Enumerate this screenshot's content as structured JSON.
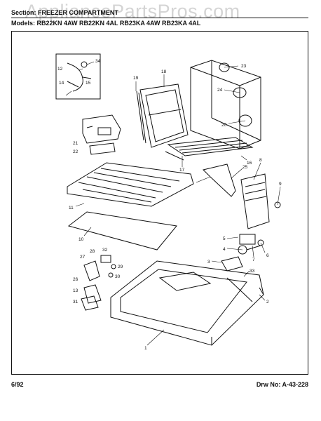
{
  "watermark": "AppliancePartsPros.com",
  "header": {
    "section_label": "Section: FREEZER COMPARTMENT",
    "model_label": "Models: RB22KN 4AW  RB22KN 4AL  RB23KA 4AW  RB23KA 4AL"
  },
  "footer": {
    "date": "6/92",
    "drawing_number": "Drw No:  A-43-228"
  },
  "callouts": {
    "c1": "1",
    "c2": "2",
    "c3": "3",
    "c4": "4",
    "c5": "5",
    "c6": "6",
    "c7": "7",
    "c8": "8",
    "c9": "9",
    "c10": "10",
    "c11": "11",
    "c12": "12",
    "c13": "13",
    "c14": "14",
    "c15": "15",
    "c16": "16",
    "c17": "17",
    "c18": "18",
    "c19": "19",
    "c20": "20",
    "c21": "21",
    "c22": "22",
    "c23": "23",
    "c24": "24",
    "c25": "25",
    "c26": "26",
    "c27": "27",
    "c28": "28",
    "c29": "29",
    "c30": "30",
    "c31": "31",
    "c32": "32",
    "c33": "33",
    "c34": "34"
  },
  "colors": {
    "ink": "#111111",
    "paper": "#ffffff",
    "watermark": "#a0a0a0"
  }
}
